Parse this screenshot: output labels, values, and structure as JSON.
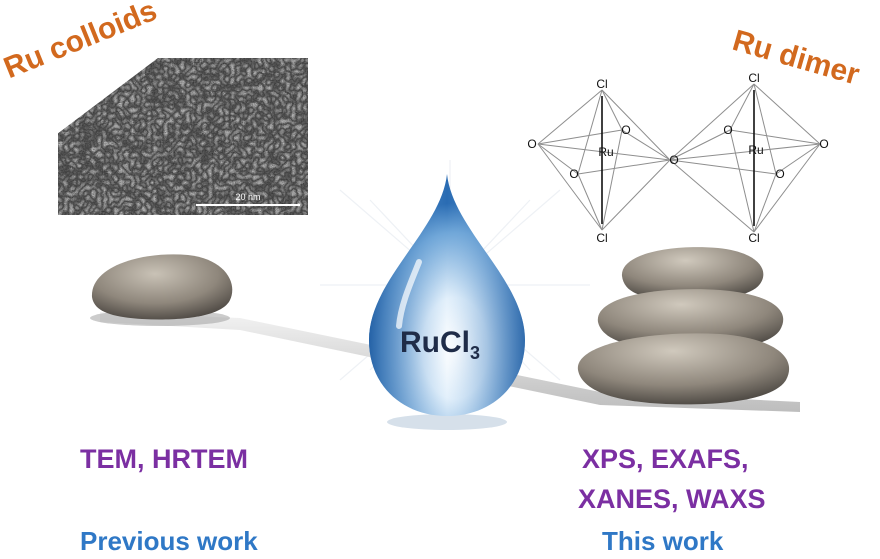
{
  "titles": {
    "left": "Ru colloids",
    "right": "Ru dimer"
  },
  "tem": {
    "scale_label": "20 nm"
  },
  "center": {
    "label_main": "RuCl",
    "label_sub": "3"
  },
  "left_panel": {
    "techniques": "TEM, HRTEM",
    "caption": "Previous work"
  },
  "right_panel": {
    "techniques_line1": "XPS, EXAFS,",
    "techniques_line2": "XANES, WAXS",
    "caption": "This work"
  },
  "structure": {
    "atoms": {
      "cl": "Cl",
      "o": "O",
      "ru": "Ru"
    }
  },
  "colors": {
    "title_orange": "#d2691e",
    "technique_purple": "#7b2fa2",
    "caption_blue": "#2f78c6",
    "drop_blue": "#2a6cb3",
    "stone_gray": "#8f877c"
  }
}
